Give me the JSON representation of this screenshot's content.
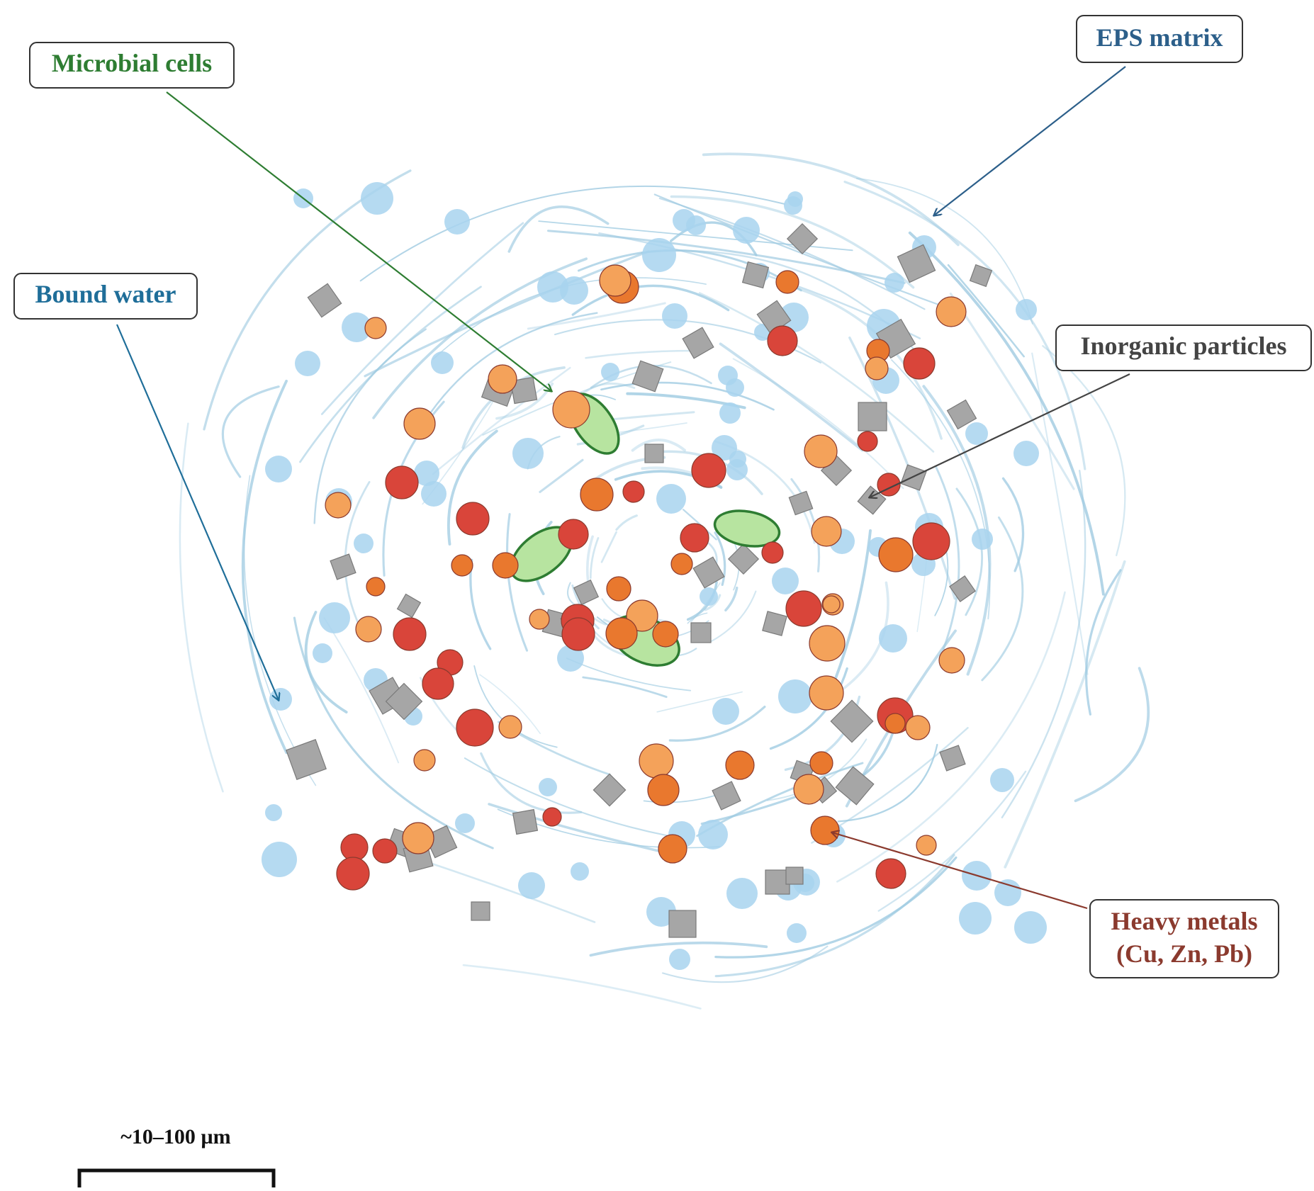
{
  "labels": {
    "microbial_cells": "Microbial cells",
    "eps_matrix": "EPS matrix",
    "bound_water": "Bound water",
    "inorganic_particles": "Inorganic particles",
    "heavy_metals_line1": "Heavy metals",
    "heavy_metals_line2": "(Cu, Zn, Pb)"
  },
  "scale_bar": {
    "label": "~10–100 µm"
  },
  "colors": {
    "microbial": "#2e7d32",
    "microbial_fill": "#b7e4a0",
    "eps": "#2c5f8a",
    "eps_fiber": "#9ecae1",
    "bound_water": "#1f6e99",
    "water_fill": "#a8d4ef",
    "inorganic": "#333333",
    "particle_fill": "#a6a6a6",
    "heavy_metals": "#8b3a2e",
    "metal_red": "#d9453a",
    "metal_orange": "#e9782e",
    "metal_light": "#f4a25a"
  }
}
